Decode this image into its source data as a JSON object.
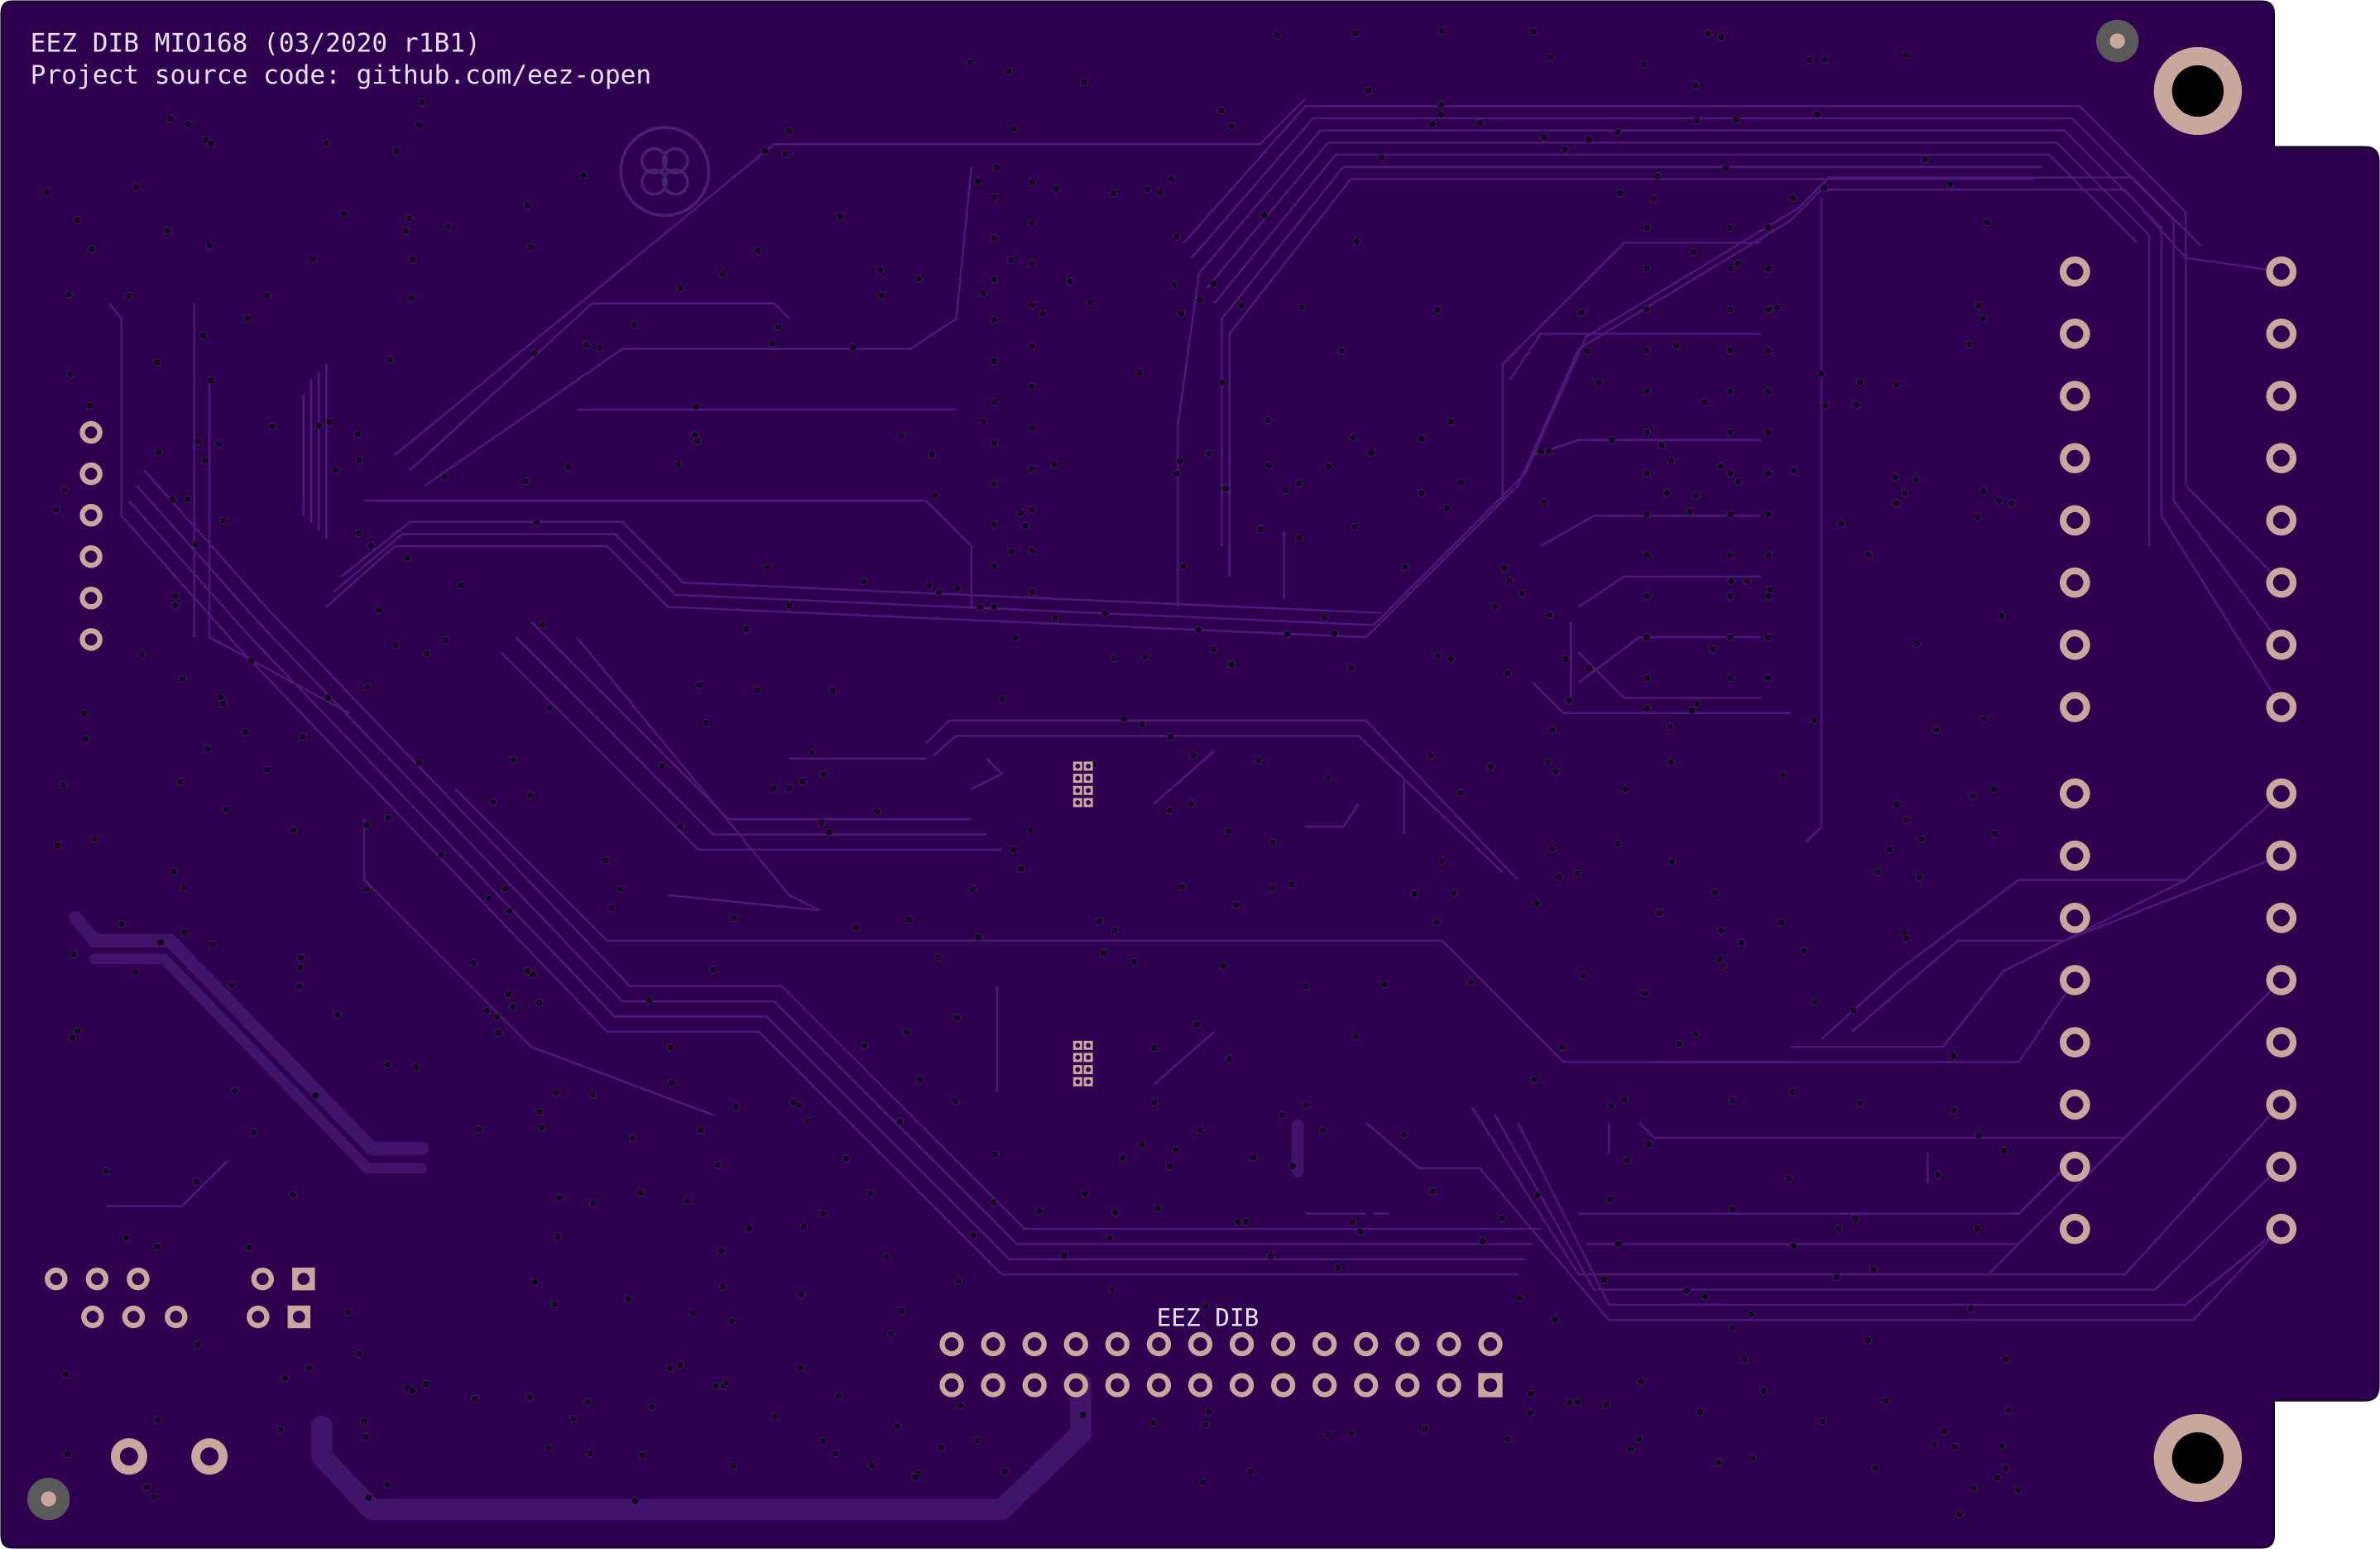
{
  "board": {
    "title_line1": "EEZ DIB MIO168 (03/2020 r1B1)",
    "title_line2": "Project source code: github.com/eez-open",
    "connector_label": "EEZ DIB"
  },
  "colors": {
    "background": "#ffffff",
    "board_fill": "#2f004f",
    "board_outline": "#1a0030",
    "trace": "#4a1a78",
    "trace_wide": "#401468",
    "pad_copper": "#c8a89c",
    "hole": "#000000",
    "silkscreen": "#e6e0ee",
    "logo_stroke": "#46226e",
    "via": "#14081e"
  },
  "components": {
    "left_header_pins": 6,
    "right_header_rows": 16,
    "right_header_cols": 2,
    "bottom_connector_cols": 14,
    "bottom_connector_rows": 2,
    "mounting_holes": 2,
    "fiducials": 2
  }
}
